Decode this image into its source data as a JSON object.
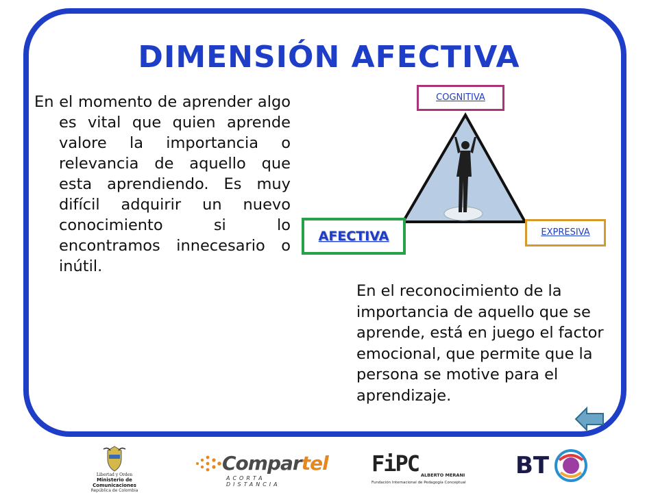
{
  "slide": {
    "title": "DIMENSIÓN AFECTIVA",
    "left_paragraph": "En el momento de aprender algo es vital que quien aprende valore la importancia o relevancia de aquello que esta aprendiendo. Es muy difícil adquirir un nuevo conocimiento si lo encontramos innecesario o inútil.",
    "right_paragraph": "En el reconocimiento de la importancia de aquello que se aprende, está en juego el factor emocional, que permite que la persona se motive para el aprendizaje."
  },
  "diagram": {
    "top_label": "COGNITIVA",
    "left_label": "AFECTIVA",
    "right_label": "EXPRESIVA"
  },
  "navigation": {
    "back_icon": "back-arrow-icon"
  },
  "footer": {
    "mincom_line1": "Libertad y Orden",
    "mincom_line2": "Ministerio de Comunicaciones",
    "mincom_line3": "República de Colombia",
    "compartel_part1": "Compar",
    "compartel_part2": "tel",
    "compartel_tagline": "ACORTA DISTANCIA",
    "fipc_letters": "FiPC",
    "fipc_name": "ALBERTO MERANI",
    "fipc_sub": "Fundación Internacional de Pedagogía Conceptual",
    "bt_letters": "BT"
  },
  "colors": {
    "accent_blue": "#1e3ec8",
    "cognitiva_border": "#a8357a",
    "afectiva_border": "#27a04a",
    "expresiva_border": "#d79a2a",
    "triangle_fill": "#b8cce4"
  }
}
